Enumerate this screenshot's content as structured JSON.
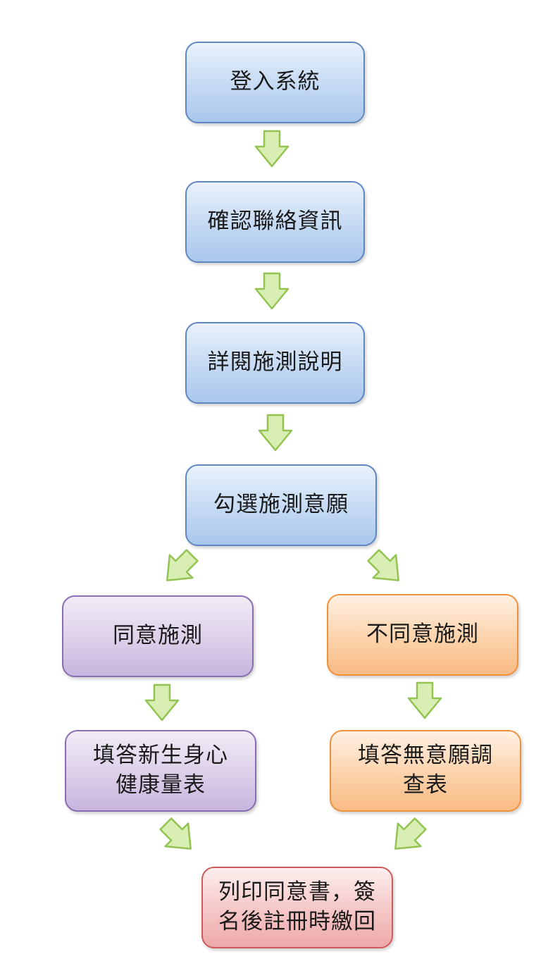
{
  "diagram": {
    "colors": {
      "blue_border": "#5f86c0",
      "purple_border": "#8a6cb0",
      "orange_border": "#f0913e",
      "red_border": "#cf5a5a",
      "arrow_fill": "#d8eeb2",
      "arrow_stroke": "#92c353"
    },
    "steps": {
      "login": "登入系統",
      "confirm_contact": "確認聯絡資訊",
      "read_instructions": "詳閱施測說明",
      "select_willingness": "勾選施測意願",
      "agree": "同意施測",
      "disagree": "不同意施測",
      "fill_health_scale": "填答新生身心\n健康量表",
      "fill_no_willingness_survey": "填答無意願調\n查表",
      "print_consent": "列印同意書，簽\n名後註冊時繳回"
    },
    "arrow_icon": "green-block-arrow-icon"
  }
}
